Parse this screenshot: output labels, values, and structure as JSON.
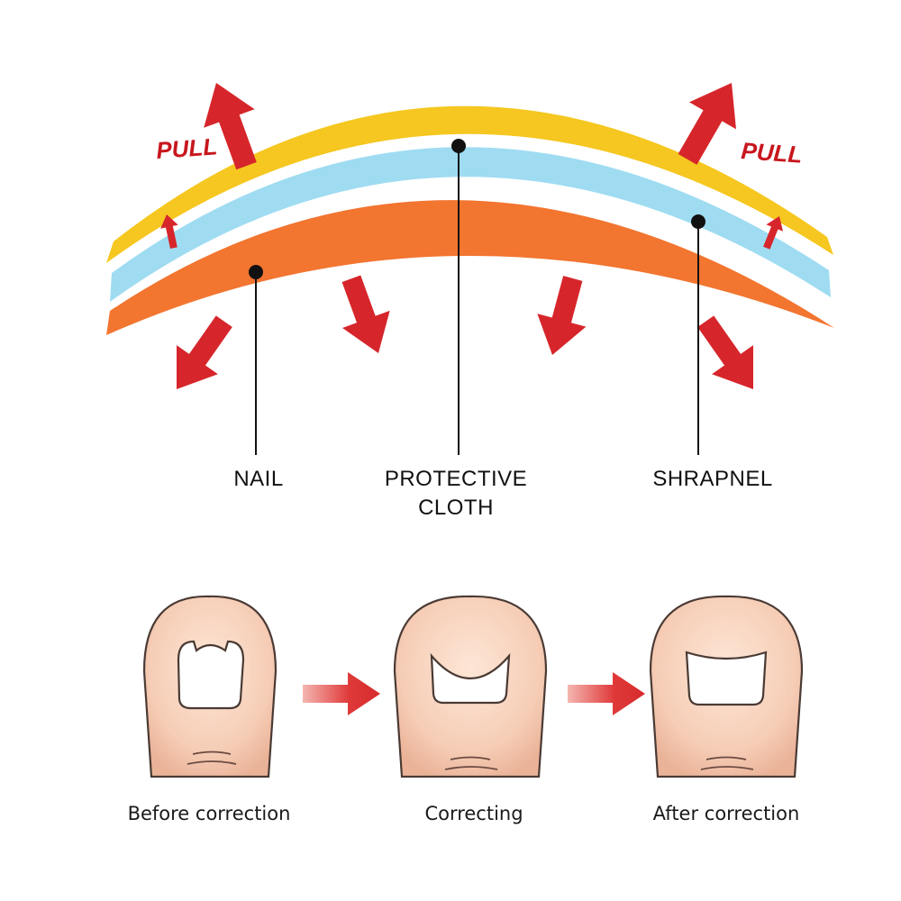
{
  "diagram": {
    "pull_left": "PULL",
    "pull_right": "PULL",
    "labels": {
      "nail": "NAIL",
      "protective_line1": "PROTECTIVE",
      "protective_line2": "CLOTH",
      "shrapnel": "SHRAPNEL"
    },
    "colors": {
      "cloth": "#f5c720",
      "shrapnel": "#9fdcf2",
      "nail": "#f27530",
      "arrow": "#d6262b"
    }
  },
  "stages": [
    {
      "caption": "Before correction",
      "nail_shape": "curved-ingrown"
    },
    {
      "caption": "Correcting",
      "nail_shape": "crescent"
    },
    {
      "caption": "After correction",
      "nail_shape": "flat"
    }
  ],
  "stage_arrow_icons": [
    "right-arrow-icon",
    "right-arrow-icon"
  ]
}
